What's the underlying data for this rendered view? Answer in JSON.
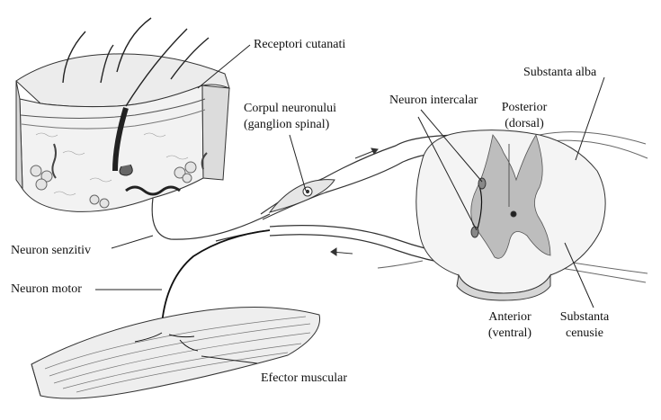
{
  "labels": {
    "receptori_cutanati": "Receptori cutanati",
    "substanta_alba": "Substanta alba",
    "corpul_neuronului_1": "Corpul neuronului",
    "corpul_neuronului_2": "(ganglion spinal)",
    "neuron_intercalar": "Neuron intercalar",
    "posterior_1": "Posterior",
    "posterior_2": "(dorsal)",
    "neuron_senzitiv": "Neuron senzitiv",
    "neuron_motor": "Neuron motor",
    "anterior_1": "Anterior",
    "anterior_2": "(ventral)",
    "substanta_cenusie_1": "Substanta",
    "substanta_cenusie_2": "cenusie",
    "efector_muscular": "Efector muscular"
  }
}
